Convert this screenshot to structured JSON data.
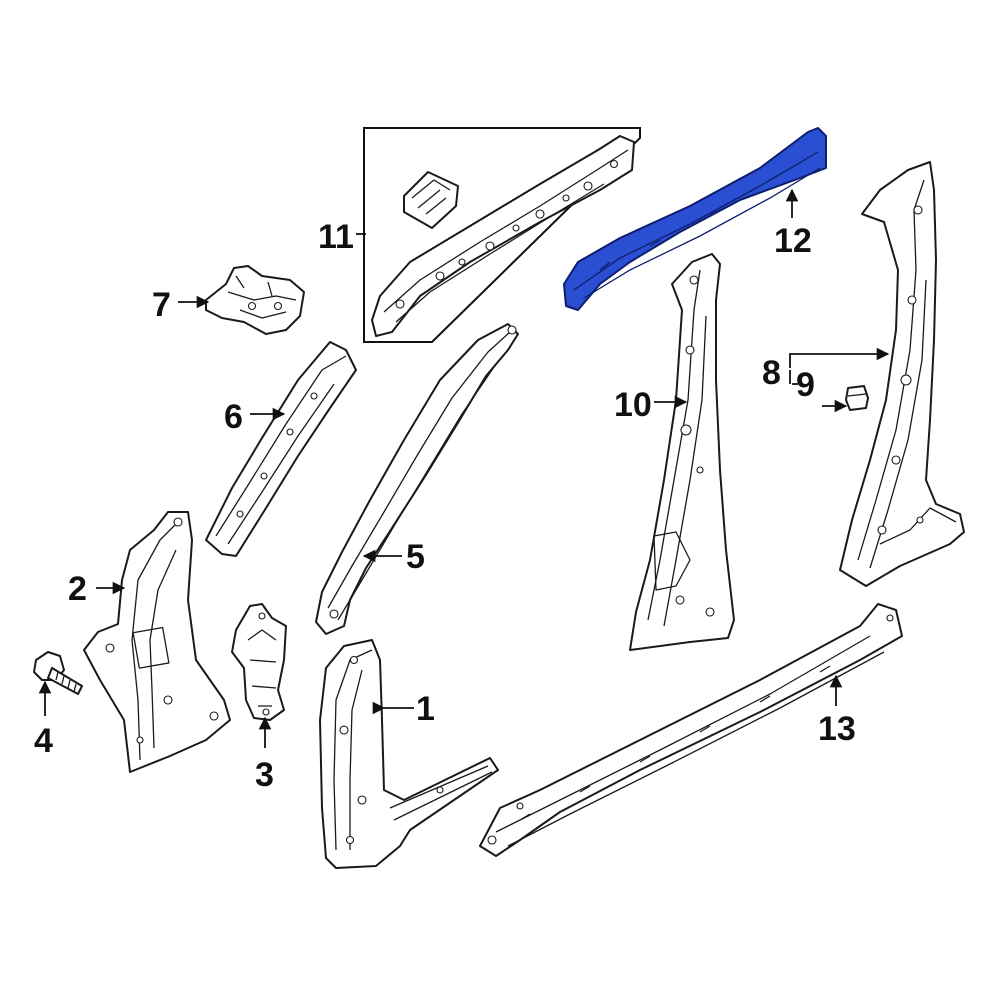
{
  "highlight_color": "#2a4fd3",
  "callouts": {
    "c1": "1",
    "c2": "2",
    "c3": "3",
    "c4": "4",
    "c5": "5",
    "c6": "6",
    "c7": "7",
    "c8": "8",
    "c9": "9",
    "c10": "10",
    "c11": "11",
    "c12": "12",
    "c13": "13"
  },
  "highlighted_part": "12"
}
